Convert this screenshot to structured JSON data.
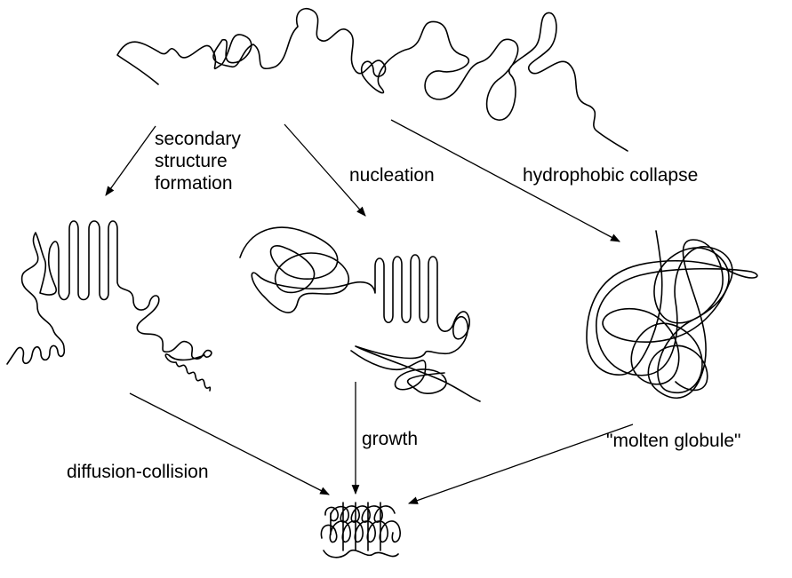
{
  "labels": {
    "secondary_structure": [
      "secondary",
      "structure",
      "formation"
    ],
    "nucleation": "nucleation",
    "hydrophobic_collapse": "hydrophobic collapse",
    "growth": "growth",
    "diffusion_collision": "diffusion-collision",
    "molten_globule": "\"molten globule\""
  }
}
